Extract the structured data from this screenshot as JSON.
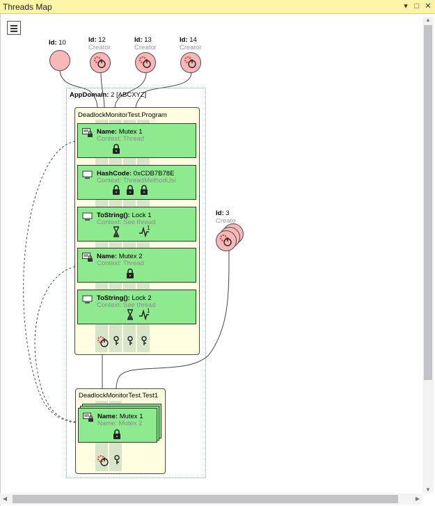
{
  "window": {
    "title": "Threads Map",
    "controls": [
      "▾",
      "□",
      "✕"
    ]
  },
  "threads": [
    {
      "id_label": "Id:",
      "id_value": "10",
      "sub": ""
    },
    {
      "id_label": "Id:",
      "id_value": "12",
      "sub": "Creator"
    },
    {
      "id_label": "Id:",
      "id_value": "13",
      "sub": "Creator"
    },
    {
      "id_label": "Id:",
      "id_value": "14",
      "sub": "Creator"
    },
    {
      "id_label": "Id:",
      "id_value": "3",
      "sub": "Creato"
    }
  ],
  "appdomain": {
    "label": "AppDomain:",
    "value": "2 [ABCXYZ]"
  },
  "types": [
    {
      "title": "DeadlockMonitorTest.Program",
      "objects": [
        {
          "key": "Name:",
          "value": "Mutex 1",
          "context": "Context: Thread"
        },
        {
          "key": "HashCode:",
          "value": "0xCDB7B78E",
          "context": "Context: ThreadMethodUsi"
        },
        {
          "key": "ToString():",
          "value": "Lock 1",
          "context": "Context: See thread"
        },
        {
          "key": "Name:",
          "value": "Mutex 2",
          "context": "Context: Thread"
        },
        {
          "key": "ToString():",
          "value": "Lock 2",
          "context": "Context: See thread"
        }
      ],
      "wait_counts": [
        "1",
        "1"
      ]
    },
    {
      "title": "DeadlockMonitorTest.Test1",
      "objects": [
        {
          "key": "Name:",
          "value": "Mutex 1",
          "context": "Name: Mutex 2"
        }
      ]
    }
  ],
  "colors": {
    "object_fill": "#8eea8e",
    "thread_fill": "#f9b8b8",
    "type_fill": "#fffde0",
    "appdomain_border": "#6bbf6b"
  }
}
